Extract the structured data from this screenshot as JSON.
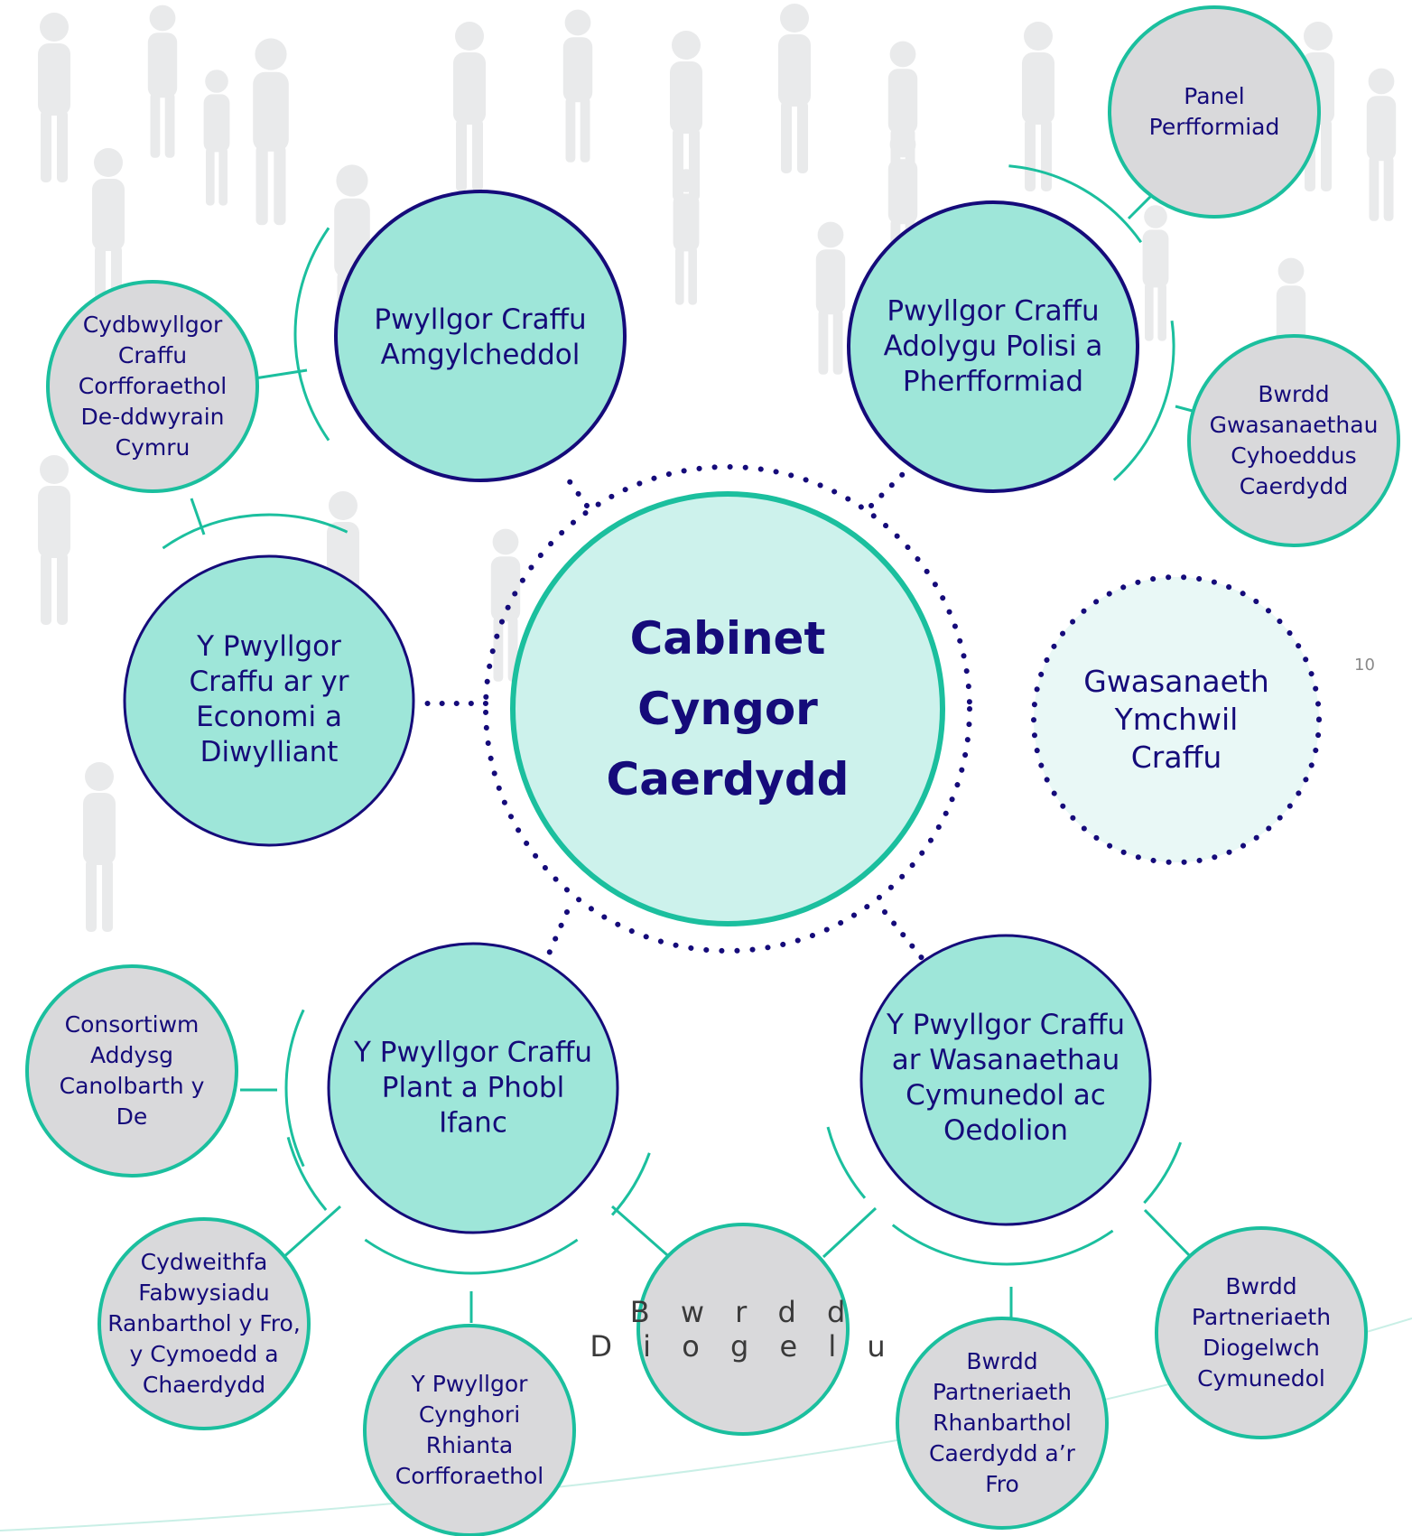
{
  "colors": {
    "navy": "#150b7a",
    "teal_line": "#1bbf9e",
    "committee_fill": "#9ee6d9",
    "center_fill": "#cdf2ec",
    "partner_fill": "#d9d9db",
    "research_fill": "#e9f8f6",
    "background_figures": "#e6e7e8"
  },
  "center": {
    "label": "Cabinet\nCyngor\nCaerdydd"
  },
  "committees": [
    {
      "id": "environmental",
      "label": "Pwyllgor Craffu\nAmgylcheddol"
    },
    {
      "id": "policy-performance",
      "label": "Pwyllgor Craffu\nAdolygu Polisi a\nPherfformiad"
    },
    {
      "id": "economy-culture",
      "label": "Y Pwyllgor\nCraffu ar yr\nEconomi a\nDiwylliant"
    },
    {
      "id": "children-young-people",
      "label": "Y Pwyllgor Craffu\nPlant a Phobl\nIfanc"
    },
    {
      "id": "community-adult",
      "label": "Y Pwyllgor Craffu\nar Wasanaethau\nCymunedol ac\nOedolion"
    }
  ],
  "research_service": {
    "label": "Gwasanaeth\nYmchwil\nCraffu"
  },
  "partners": [
    {
      "id": "performance-panel",
      "label": "Panel\nPerfformiad"
    },
    {
      "id": "public-services-board",
      "label": "Bwrdd\nGwasanaethau\nCyhoeddus\nCaerdydd"
    },
    {
      "id": "joint-scrutiny",
      "label": "Cydbwyllgor\nCraffu\nCorfforaethol\nDe-ddwyrain\nCymru"
    },
    {
      "id": "education-consortium",
      "label": "Consortiwm\nAddysg\nCanolbarth y\nDe"
    },
    {
      "id": "adoption-collaborative",
      "label": "Cydweithfa\nFabwysiadu\nRanbarthol y Fro,\ny Cymoedd a\nChaerdydd"
    },
    {
      "id": "parenting-committee",
      "label": "Y Pwyllgor\nCynghori\nRhianta\nCorfforaethol"
    },
    {
      "id": "safeguarding-board",
      "label": "B w r d d\nD i o g e l u"
    },
    {
      "id": "regional-partnership",
      "label": "Bwrdd\nPartneriaeth\nRhanbarthol\nCaerdydd a’r\nFro"
    },
    {
      "id": "community-safety",
      "label": "Bwrdd\nPartneriaeth\nDiogelwch\nCymunedol"
    }
  ],
  "page_number": "10"
}
